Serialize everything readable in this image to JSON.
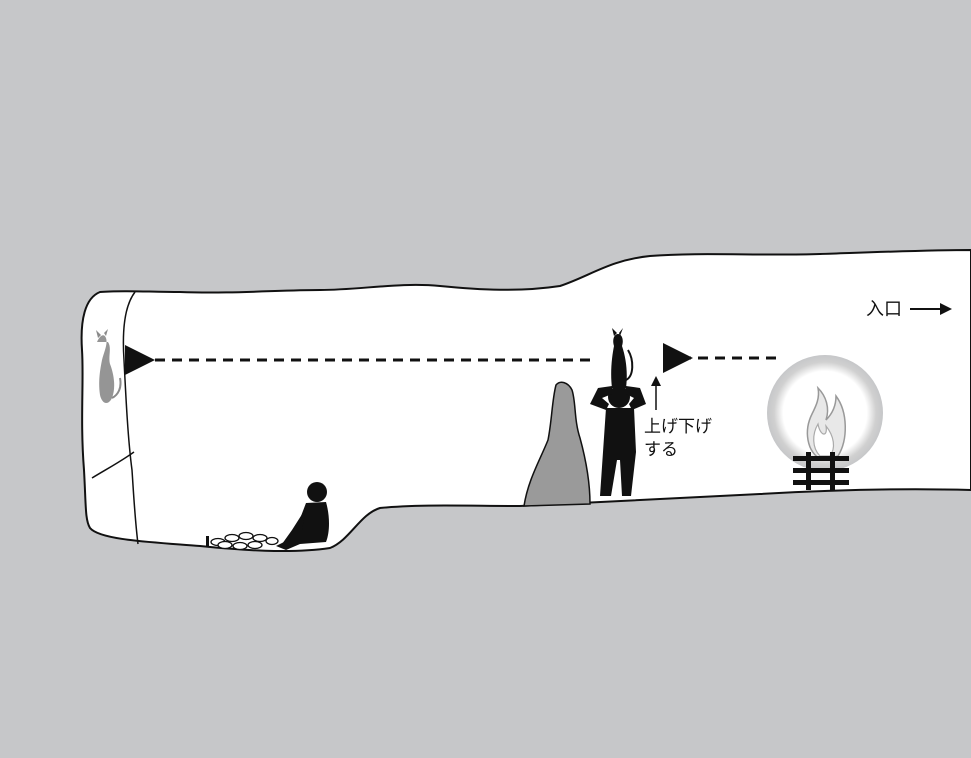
{
  "labels": {
    "entrance": "入口",
    "raise_lower_line1": "上げ下げ",
    "raise_lower_line2": "する"
  },
  "colors": {
    "rock": "#c6c7c9",
    "cave": "#ffffff",
    "outline": "#111111",
    "stalagmite": "#9a9a9a",
    "painting": "#8a8a8a",
    "flame": "#bdbdbd"
  }
}
